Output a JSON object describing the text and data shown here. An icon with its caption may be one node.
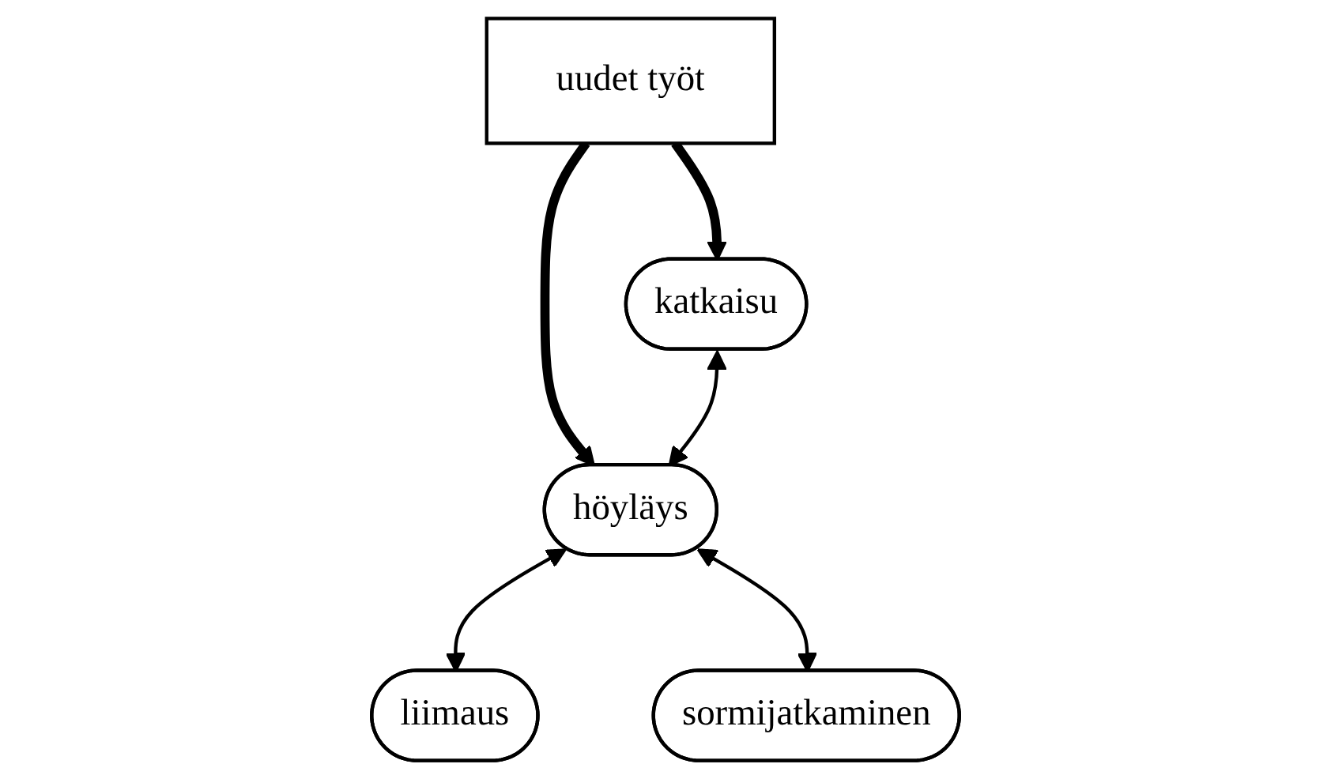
{
  "diagram": {
    "nodes": [
      {
        "text": [
          "uudet työt"
        ]
      },
      {
        "text": [
          "katkaisu"
        ]
      },
      {
        "text": [
          "höyläys"
        ]
      },
      {
        "text": [
          "liimaus"
        ]
      },
      {
        "text": [
          "sormijatkaminen"
        ]
      }
    ],
    "edges": [
      {
        "from": 0,
        "to": 1,
        "arrow": "to",
        "style": "thick"
      },
      {
        "from": 0,
        "to": 2,
        "arrow": "to",
        "style": "thick"
      },
      {
        "from": 1,
        "to": 2,
        "arrow": "both"
      },
      {
        "from": 2,
        "to": 3,
        "arrow": "both"
      },
      {
        "from": 2,
        "to": 4,
        "arrow": "both"
      }
    ]
  }
}
